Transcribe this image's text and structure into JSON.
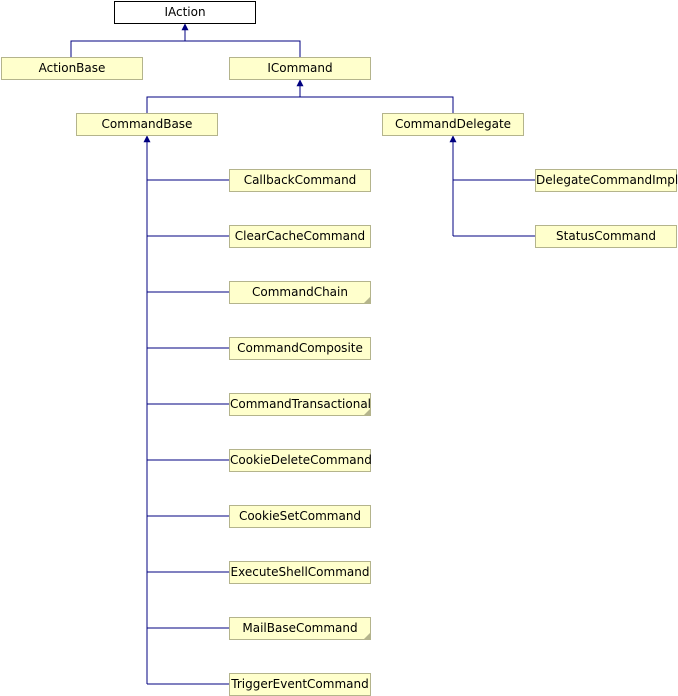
{
  "diagram": {
    "line_color": "#000080",
    "node_fill": "#ffffcc",
    "node_border": "#b4b48c",
    "nodes": {
      "iaction": "IAction",
      "action_base": "ActionBase",
      "icommand": "ICommand",
      "command_base": "CommandBase",
      "command_delegate": "CommandDelegate",
      "callback_command": "CallbackCommand",
      "clear_cache_command": "ClearCacheCommand",
      "command_chain": "CommandChain",
      "command_composite": "CommandComposite",
      "command_transactional": "CommandTransactional",
      "cookie_delete_command": "CookieDeleteCommand",
      "cookie_set_command": "CookieSetCommand",
      "execute_shell_command": "ExecuteShellCommand",
      "mail_base_command": "MailBaseCommand",
      "trigger_event_command": "TriggerEventCommand",
      "delegate_command_impl": "DelegateCommandImpl",
      "status_command": "StatusCommand"
    }
  }
}
